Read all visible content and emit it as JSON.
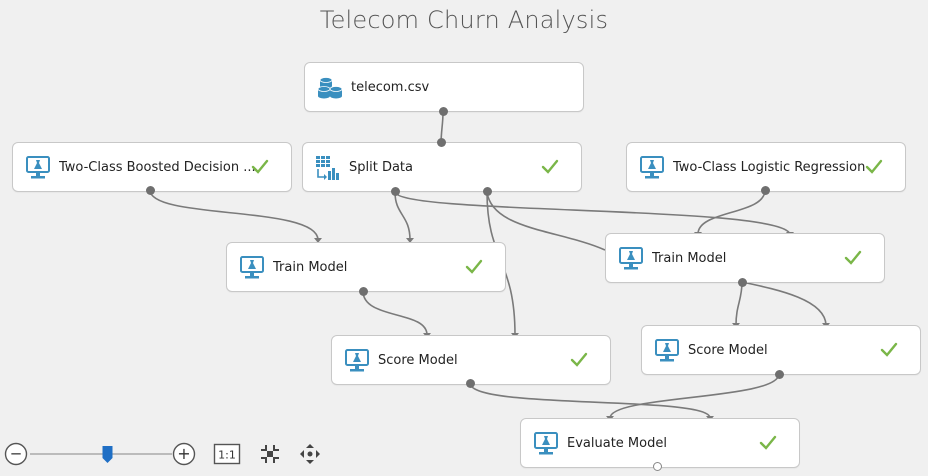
{
  "title": "Telecom Churn Analysis",
  "nodes": {
    "dataset": {
      "label": "telecom.csv",
      "icon": "database-icon",
      "status": ""
    },
    "boosted": {
      "label": "Two-Class Boosted Decision ...",
      "icon": "flask-monitor-icon",
      "status": "completed"
    },
    "split": {
      "label": "Split Data",
      "icon": "split-data-icon",
      "status": "completed"
    },
    "logistic": {
      "label": "Two-Class Logistic Regression",
      "icon": "flask-monitor-icon",
      "status": "completed"
    },
    "train1": {
      "label": "Train Model",
      "icon": "flask-monitor-icon",
      "status": "completed"
    },
    "train2": {
      "label": "Train Model",
      "icon": "flask-monitor-icon",
      "status": "completed"
    },
    "score1": {
      "label": "Score Model",
      "icon": "flask-monitor-icon",
      "status": "completed"
    },
    "score2": {
      "label": "Score Model",
      "icon": "flask-monitor-icon",
      "status": "completed"
    },
    "evaluate": {
      "label": "Evaluate Model",
      "icon": "flask-monitor-icon",
      "status": "completed"
    }
  },
  "toolbar": {
    "zoom_out": "−",
    "zoom_in": "+",
    "actual_size": "1:1",
    "zoom_level": 0.55
  },
  "colors": {
    "accent": "#3a8fbf",
    "check": "#7ab648",
    "wire": "#7a7a7a",
    "slider_thumb": "#1f6fc5"
  }
}
